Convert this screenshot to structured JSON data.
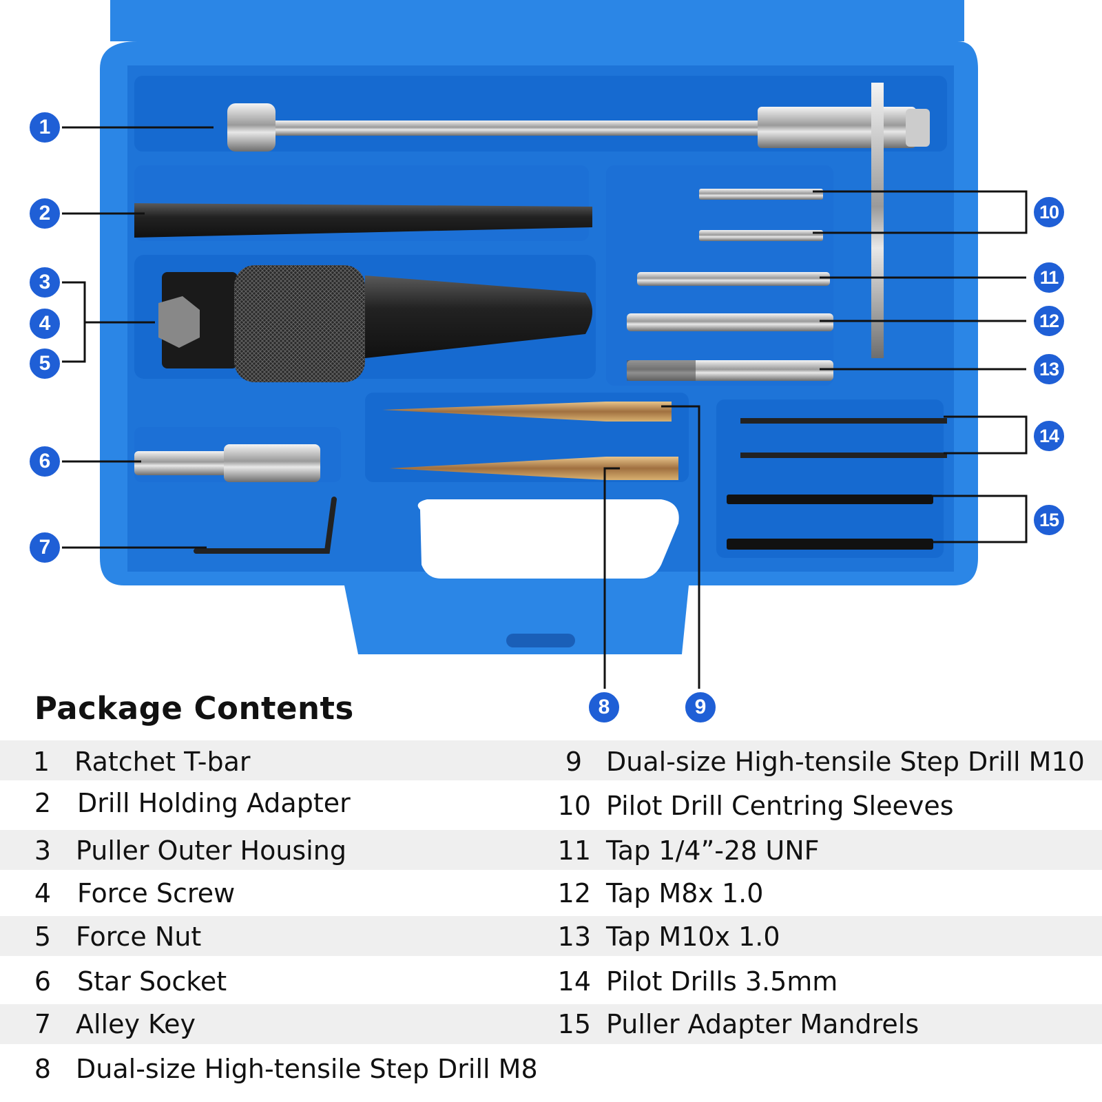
{
  "title": "Package Contents",
  "callouts": [
    "1",
    "2",
    "3",
    "4",
    "5",
    "6",
    "7",
    "8",
    "9",
    "10",
    "11",
    "12",
    "13",
    "14",
    "15"
  ],
  "left_items": [
    {
      "num": "1",
      "label": "Ratchet T-bar"
    },
    {
      "num": "2",
      "label": "Drill Holding Adapter"
    },
    {
      "num": "3",
      "label": "Puller Outer Housing"
    },
    {
      "num": "4",
      "label": "Force Screw"
    },
    {
      "num": "5",
      "label": "Force Nut"
    },
    {
      "num": "6",
      "label": "Star Socket"
    },
    {
      "num": "7",
      "label": "Alley Key"
    },
    {
      "num": "8",
      "label": "Dual-size High-tensile Step Drill M8"
    }
  ],
  "right_items": [
    {
      "num": "9",
      "label": "Dual-size High-tensile Step Drill M10"
    },
    {
      "num": "10",
      "label": "Pilot Drill Centring Sleeves"
    },
    {
      "num": "11",
      "label": "Tap 1/4”-28 UNF"
    },
    {
      "num": "12",
      "label": "Tap M8x 1.0"
    },
    {
      "num": "13",
      "label": "Tap M10x 1.0"
    },
    {
      "num": "14",
      "label": "Pilot Drills 3.5mm"
    },
    {
      "num": "15",
      "label": "Puller Adapter Mandrels"
    }
  ],
  "colors": {
    "case": "#2b86e6",
    "case_dark": "#1a5fb8",
    "callout": "#1f5fd6",
    "band": "#efefef"
  }
}
